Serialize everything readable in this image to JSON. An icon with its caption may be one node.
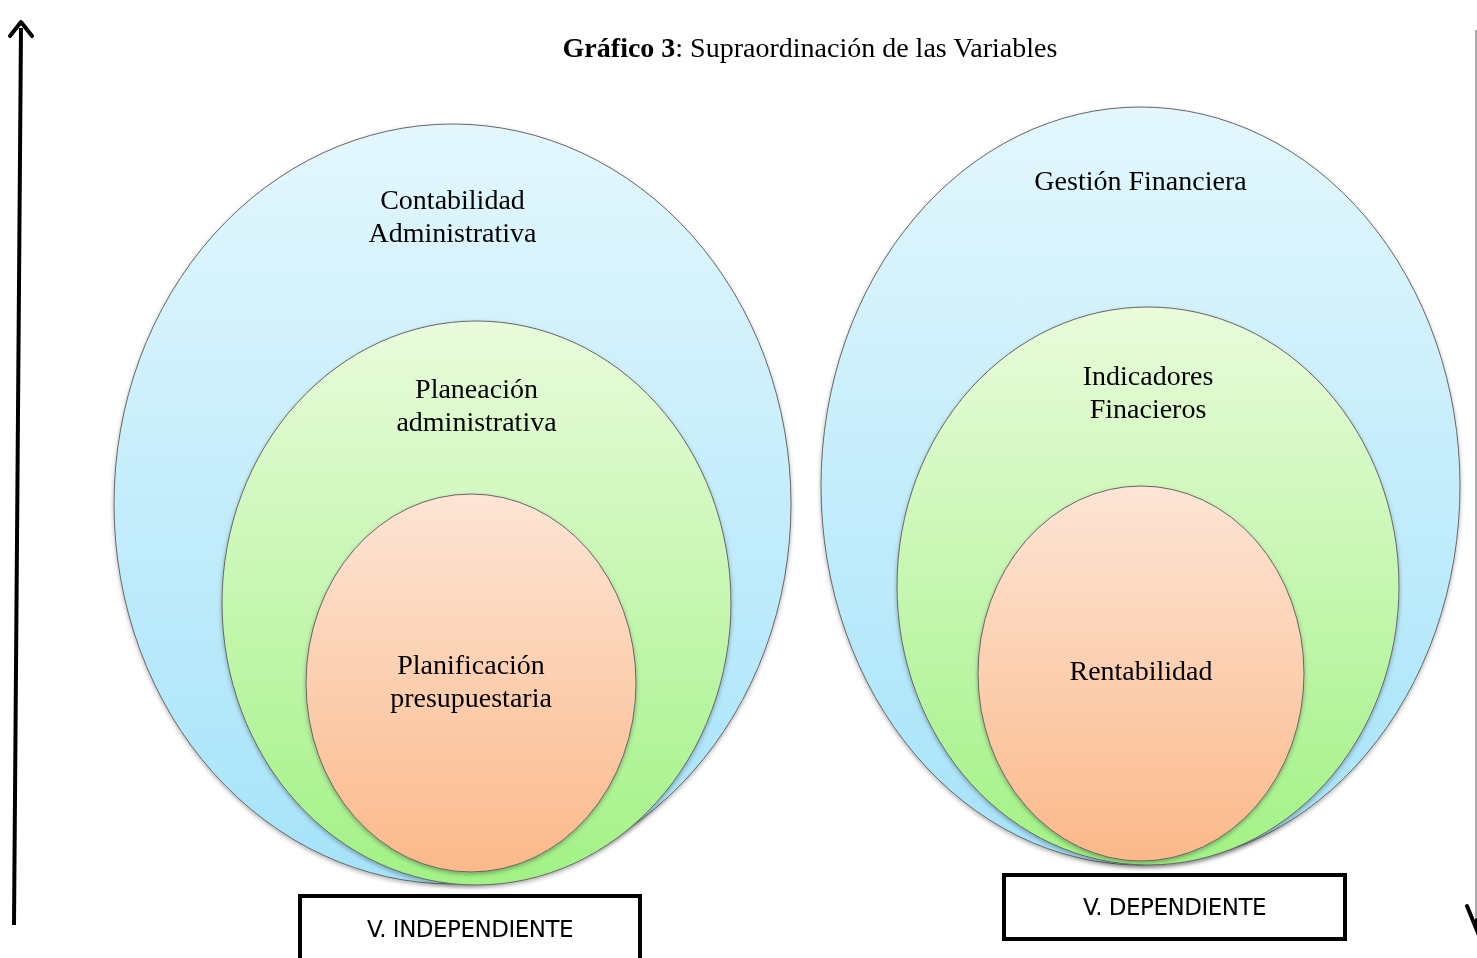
{
  "diagram": {
    "title": "**Gráfico 3**: Supraordinación de las Variables",
    "nodes": [
      {
        "text": [
          "Contabilidad Administrativa"
        ]
      },
      {
        "text": [
          "Planeación administrativa"
        ],
        "in": 0
      },
      {
        "text": [
          "Planificación presupuestaria"
        ],
        "in": 1
      },
      {
        "text": [
          "Gestión Financiera"
        ]
      },
      {
        "text": [
          "Indicadores Finacieros"
        ],
        "in": 3
      },
      {
        "text": [
          "Rentabilidad"
        ],
        "in": 4
      },
      {
        "text": [
          "V. INDEPENDIENTE"
        ]
      },
      {
        "text": [
          "V. DEPENDIENTE"
        ]
      }
    ],
    "edges": []
  }
}
